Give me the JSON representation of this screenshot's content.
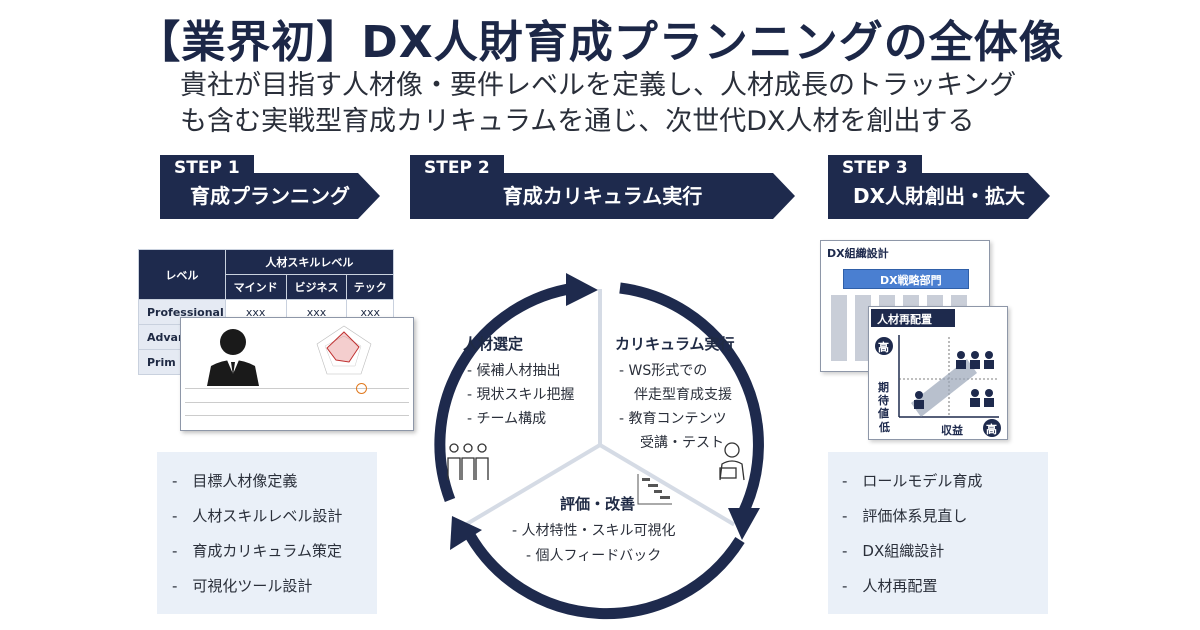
{
  "header": {
    "title": "【業界初】DX人財育成プランニングの全体像",
    "subtitle_line1": "貴社が目指す人材像・要件レベルを定義し、人材成長のトラッキング",
    "subtitle_line2": "も含む実戦型育成カリキュラムを通じ、次世代DX人材を創出する"
  },
  "steps": [
    {
      "badge": "STEP 1",
      "label": "育成プランニング"
    },
    {
      "badge": "STEP 2",
      "label": "育成カリキュラム実行"
    },
    {
      "badge": "STEP 3",
      "label": "DX人財創出・拡大"
    }
  ],
  "skill_table": {
    "level_header": "レベル",
    "group_header": "人材スキルレベル",
    "columns": [
      "マインド",
      "ビジネス",
      "テック"
    ],
    "rows": [
      {
        "label": "Professional",
        "cells": [
          "xxx",
          "xxx",
          "xxx"
        ]
      },
      {
        "label": "Advan",
        "cells": [
          "",
          "",
          ""
        ]
      },
      {
        "label": "Prim",
        "cells": [
          "",
          "",
          ""
        ]
      }
    ]
  },
  "cycle": {
    "selection": {
      "title": "人材選定",
      "items": [
        "- 候補人材抽出",
        "- 現状スキル把握",
        "- チーム構成"
      ]
    },
    "curriculum": {
      "title": "カリキュラム実行",
      "items": [
        "- WS形式での",
        "伴走型育成支援",
        "- 教育コンテンツ",
        "受講・テスト"
      ]
    },
    "evaluation": {
      "title": "評価・改善",
      "items": [
        "- 人材特性・スキル可視化",
        "- 個人フィードバック"
      ]
    }
  },
  "step1_list": [
    "-　目標人材像定義",
    "-　人材スキルレベル設計",
    "-　育成カリキュラム策定",
    "-　可視化ツール設計"
  ],
  "step3_list": [
    "-　ロールモデル育成",
    "-　評価体系見直し",
    "-　DX組織設計",
    "-　人材再配置"
  ],
  "org": {
    "card1_title": "DX組織設計",
    "dept": "DX戦略部門",
    "card2_title": "人材再配置",
    "high": "高",
    "low": "低",
    "y_axis": "期待値",
    "x_axis": "収益",
    "high2": "高"
  },
  "colors": {
    "navy": "#1e2a4d",
    "panel": "#eaf0f8",
    "accent": "#4a7fd1"
  }
}
